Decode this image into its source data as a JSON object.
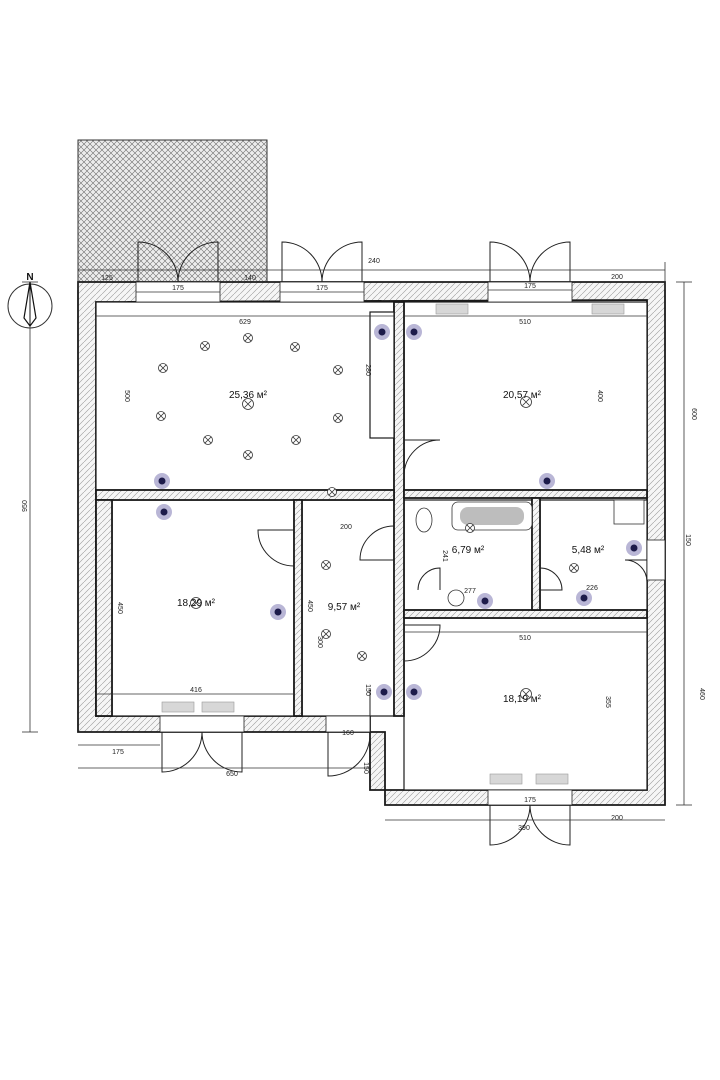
{
  "compass": {
    "label": "N"
  },
  "rooms": [
    {
      "id": "living",
      "area": "25,36 м²"
    },
    {
      "id": "bedroom-ne",
      "area": "20,57 м²"
    },
    {
      "id": "bedroom-w",
      "area": "18,29 м²"
    },
    {
      "id": "hall",
      "area": "9,57 м²"
    },
    {
      "id": "bathroom",
      "area": "6,79 м²"
    },
    {
      "id": "wc",
      "area": "5,48 м²"
    },
    {
      "id": "bedroom-se",
      "area": "18,19 м²"
    }
  ],
  "dimensions": {
    "d_125": "125",
    "d_175_a": "175",
    "d_140": "140",
    "d_175_b": "175",
    "d_240": "240",
    "d_175_c": "175",
    "d_200_top": "200",
    "d_629": "629",
    "d_510_top": "510",
    "d_500": "500",
    "d_280": "280",
    "d_400_ne": "400",
    "d_600": "600",
    "d_950": "950",
    "d_200_hall": "200",
    "d_450_w": "450",
    "d_450_hall": "450",
    "d_300": "300",
    "d_241": "241",
    "d_277": "277",
    "d_226": "226",
    "d_150_r": "150",
    "d_510_mid": "510",
    "d_416": "416",
    "d_150_hall": "150",
    "d_355": "355",
    "d_460": "460",
    "d_175_bot": "175",
    "d_650": "650",
    "d_160": "160",
    "d_150_bot": "150",
    "d_175_se": "175",
    "d_390": "390",
    "d_200_bot": "200"
  }
}
